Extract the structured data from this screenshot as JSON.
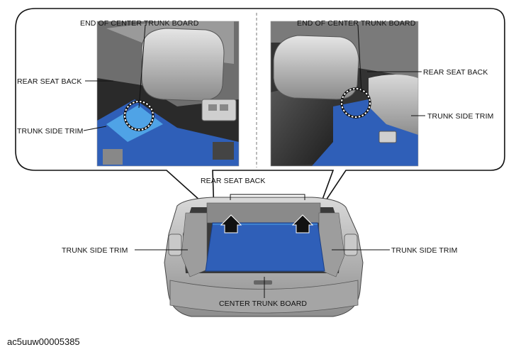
{
  "labels": {
    "left_end_of_board": "END OF CENTER TRUNK BOARD",
    "left_rear_seat_back": "REAR SEAT BACK",
    "left_trunk_side_trim": "TRUNK SIDE TRIM",
    "right_end_of_board": "END OF CENTER TRUNK BOARD",
    "right_rear_seat_back": "REAR SEAT BACK",
    "right_trunk_side_trim": "TRUNK SIDE TRIM",
    "main_rear_seat_back": "REAR SEAT BACK",
    "main_trunk_side_trim_left": "TRUNK SIDE TRIM",
    "main_trunk_side_trim_right": "TRUNK SIDE TRIM",
    "main_center_trunk_board": "CENTER TRUNK BOARD"
  },
  "figure_code": "ac5uuw00005385",
  "colors": {
    "board_blue": "#2f5fb8",
    "board_light": "#4fa3e6",
    "body_gray": "#b8b8b8",
    "dark_gray": "#3a3a3a"
  }
}
